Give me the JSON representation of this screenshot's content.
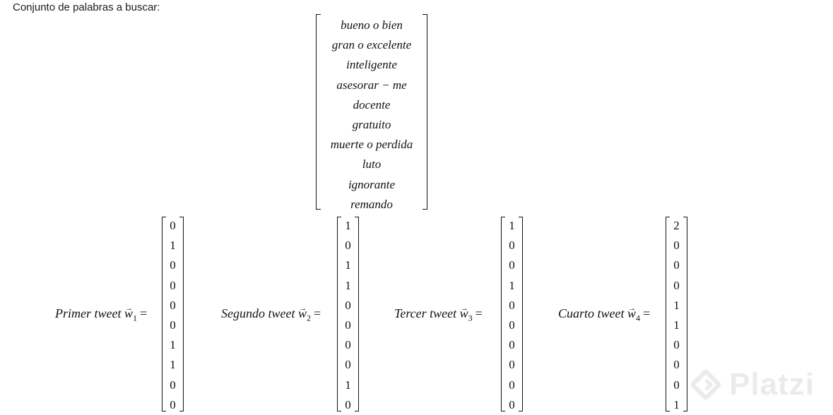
{
  "heading": "Conjunto de palabras a buscar:",
  "words": [
    "bueno o bien",
    "gran o excelente",
    "inteligente",
    "asesorar − me",
    "docente",
    "gratuito",
    "muerte o perdida",
    "luto",
    "ignorante",
    "remando"
  ],
  "tweets": [
    {
      "label": "Primer tweet",
      "var": "w",
      "index": "1",
      "eq": "=",
      "values": [
        "0",
        "1",
        "0",
        "0",
        "0",
        "0",
        "1",
        "1",
        "0",
        "0"
      ]
    },
    {
      "label": "Segundo tweet",
      "var": "w",
      "index": "2",
      "eq": "=",
      "values": [
        "1",
        "0",
        "1",
        "1",
        "0",
        "0",
        "0",
        "0",
        "1",
        "0"
      ]
    },
    {
      "label": "Tercer tweet",
      "var": "w",
      "index": "3",
      "eq": "=",
      "values": [
        "1",
        "0",
        "0",
        "1",
        "0",
        "0",
        "0",
        "0",
        "0",
        "0"
      ]
    },
    {
      "label": "Cuarto tweet",
      "var": "w",
      "index": "4",
      "eq": "=",
      "values": [
        "2",
        "0",
        "0",
        "0",
        "1",
        "1",
        "0",
        "0",
        "0",
        "1"
      ]
    }
  ],
  "watermark": {
    "brand": "Platzi",
    "icon": "platzi-logo-icon"
  }
}
